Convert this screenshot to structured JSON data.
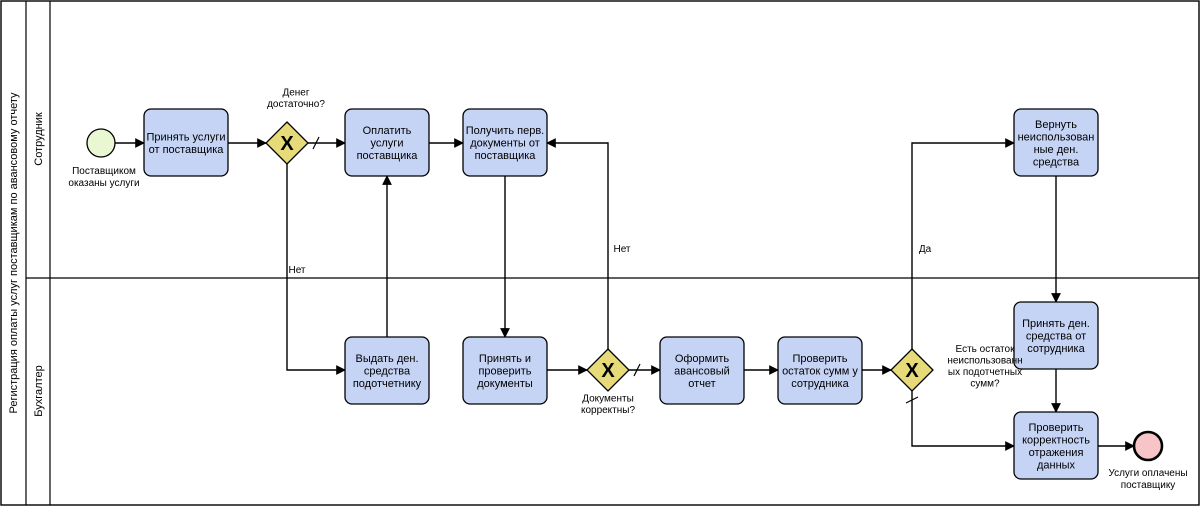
{
  "pool": {
    "label": "Регистрация оплаты услуг поставщикам по авансовому отчету"
  },
  "lanes": [
    {
      "id": "lane-employee",
      "label": "Сотрудник"
    },
    {
      "id": "lane-accountant",
      "label": "Бухгалтер"
    }
  ],
  "events": [
    {
      "id": "start",
      "kind": "start",
      "fill": "#e9f8d2",
      "label": [
        "Поставщиком",
        "оказаны услуги"
      ]
    },
    {
      "id": "end",
      "kind": "end",
      "fill": "#f7c5c8",
      "label": [
        "Услуги оплачены",
        "поставщику"
      ]
    }
  ],
  "tasks": [
    {
      "id": "t1",
      "lines": [
        "Принять услуги",
        "от поставщика"
      ]
    },
    {
      "id": "t2",
      "lines": [
        "Оплатить",
        "услуги",
        "поставщика"
      ]
    },
    {
      "id": "t3",
      "lines": [
        "Получить перв.",
        "документы от",
        "поставщика"
      ]
    },
    {
      "id": "t4",
      "lines": [
        "Вернуть",
        "неиспользован",
        "ные ден.",
        "средства"
      ]
    },
    {
      "id": "t5",
      "lines": [
        "Выдать ден.",
        "средства",
        "подотчетнику"
      ]
    },
    {
      "id": "t6",
      "lines": [
        "Принять и",
        "проверить",
        "документы"
      ]
    },
    {
      "id": "t7",
      "lines": [
        "Оформить",
        "авансовый",
        "отчет"
      ]
    },
    {
      "id": "t8",
      "lines": [
        "Проверить",
        "остаток сумм у",
        "сотрудника"
      ]
    },
    {
      "id": "t9",
      "lines": [
        "Принять ден.",
        "средства от",
        "сотрудника"
      ]
    },
    {
      "id": "t10",
      "lines": [
        "Проверить",
        "корректность",
        "отражения",
        "данных"
      ]
    }
  ],
  "gateways": [
    {
      "id": "g1",
      "mark": "X",
      "label": [
        "Денег",
        "достаточно?"
      ]
    },
    {
      "id": "g2",
      "mark": "X",
      "label": [
        "Документы",
        "корректны?"
      ]
    },
    {
      "id": "g3",
      "mark": "X",
      "label": [
        "Есть остаток",
        "неиспользованн",
        "ых подотчетных",
        "сумм?"
      ]
    }
  ],
  "flows": [
    {
      "from": "start",
      "to": "t1"
    },
    {
      "from": "t1",
      "to": "g1"
    },
    {
      "from": "g1",
      "to": "t2",
      "default": true
    },
    {
      "from": "g1",
      "to": "t5",
      "label": "Нет"
    },
    {
      "from": "t5",
      "to": "t2"
    },
    {
      "from": "t2",
      "to": "t3"
    },
    {
      "from": "t3",
      "to": "t6"
    },
    {
      "from": "t6",
      "to": "g2"
    },
    {
      "from": "g2",
      "to": "t3",
      "label": "Нет"
    },
    {
      "from": "g2",
      "to": "t7",
      "default": true
    },
    {
      "from": "t7",
      "to": "t8"
    },
    {
      "from": "t8",
      "to": "g3"
    },
    {
      "from": "g3",
      "to": "t4",
      "label": "Да"
    },
    {
      "from": "g3",
      "to": "t10",
      "default": true
    },
    {
      "from": "t4",
      "to": "t9"
    },
    {
      "from": "t9",
      "to": "t10"
    },
    {
      "from": "t10",
      "to": "end"
    }
  ]
}
